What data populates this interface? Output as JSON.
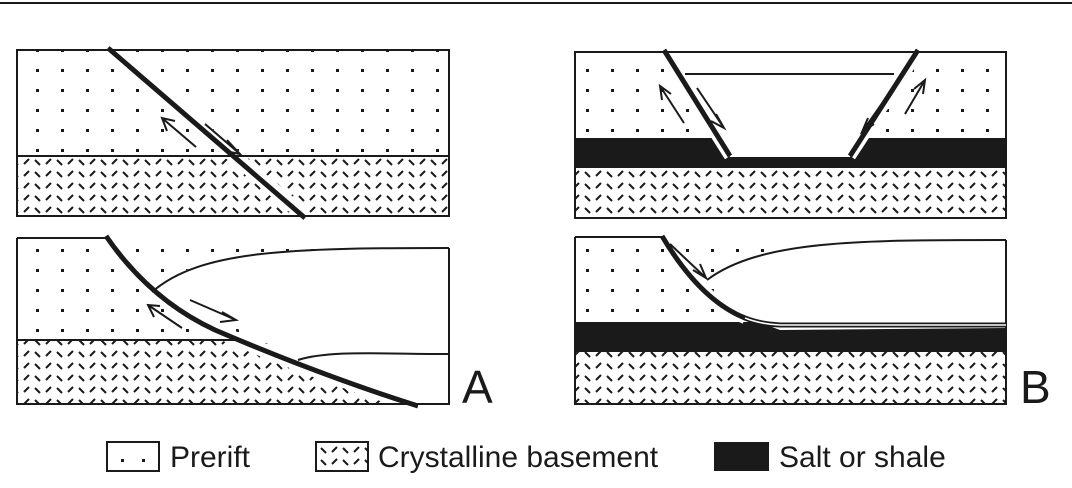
{
  "panels": [
    {
      "id": "A",
      "label": "A"
    },
    {
      "id": "B",
      "label": "B"
    }
  ],
  "legend": [
    {
      "id": "prerift",
      "label": "Prerift",
      "swatch": "dots"
    },
    {
      "id": "crystalline",
      "label": "Crystalline basement",
      "swatch": "dashes"
    },
    {
      "id": "salt",
      "label": "Salt or shale",
      "swatch": "solid"
    }
  ],
  "colors": {
    "ink": "#1a1a1a",
    "background": "#ffffff"
  }
}
